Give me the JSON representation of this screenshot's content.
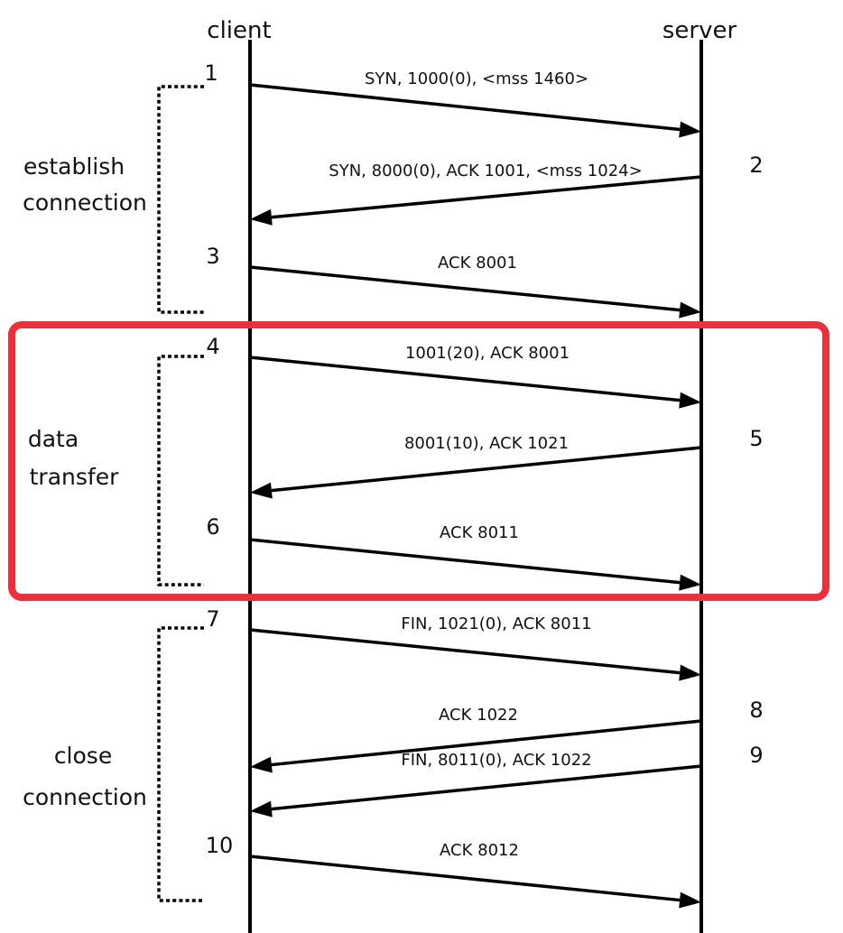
{
  "actors": {
    "client": "client",
    "server": "server"
  },
  "phases": [
    {
      "lines": [
        "establish",
        "connection"
      ]
    },
    {
      "lines": [
        "data",
        "transfer"
      ]
    },
    {
      "lines": [
        "close",
        "connection"
      ]
    }
  ],
  "messages": [
    {
      "step": "1",
      "label": "SYN, 1000(0), <mss 1460>",
      "direction": "client-to-server"
    },
    {
      "step": "2",
      "label": "SYN, 8000(0), ACK 1001, <mss 1024>",
      "direction": "server-to-client"
    },
    {
      "step": "3",
      "label": "ACK 8001",
      "direction": "client-to-server"
    },
    {
      "step": "4",
      "label": "1001(20), ACK 8001",
      "direction": "client-to-server"
    },
    {
      "step": "5",
      "label": "8001(10), ACK 1021",
      "direction": "server-to-client"
    },
    {
      "step": "6",
      "label": "ACK 8011",
      "direction": "client-to-server"
    },
    {
      "step": "7",
      "label": "FIN, 1021(0), ACK 8011",
      "direction": "client-to-server"
    },
    {
      "step": "8",
      "label": "ACK 1022",
      "direction": "server-to-client"
    },
    {
      "step": "9",
      "label": "FIN, 8011(0), ACK 1022",
      "direction": "server-to-client"
    },
    {
      "step": "10",
      "label": "ACK 8012",
      "direction": "client-to-server"
    }
  ],
  "highlight": {
    "phase_index": 1,
    "color": "#e8323c"
  },
  "colors": {
    "line": "#000000",
    "text": "#111111",
    "background": "#ffffff"
  }
}
